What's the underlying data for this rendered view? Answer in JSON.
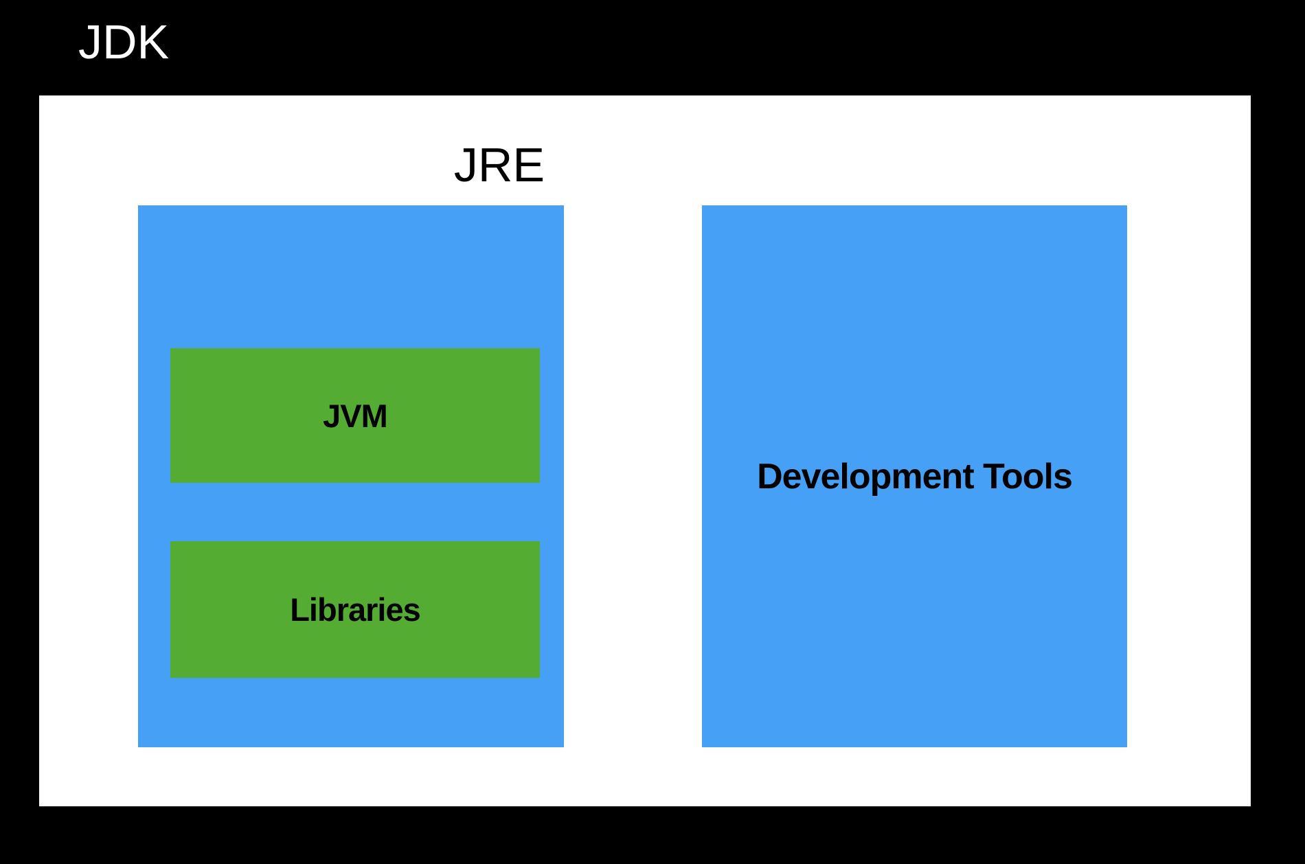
{
  "diagram": {
    "jdk": {
      "label": "JDK"
    },
    "jre": {
      "label": "JRE",
      "children": [
        {
          "label": "JVM"
        },
        {
          "label": "Libraries"
        }
      ]
    },
    "dev_tools": {
      "label": "Development Tools"
    },
    "colors": {
      "background": "#000000",
      "jdk_container": "#ffffff",
      "blue_box": "#46A0F5",
      "green_box": "#55AC32",
      "label_on_dark": "#ffffff",
      "label_on_light": "#000000"
    }
  }
}
